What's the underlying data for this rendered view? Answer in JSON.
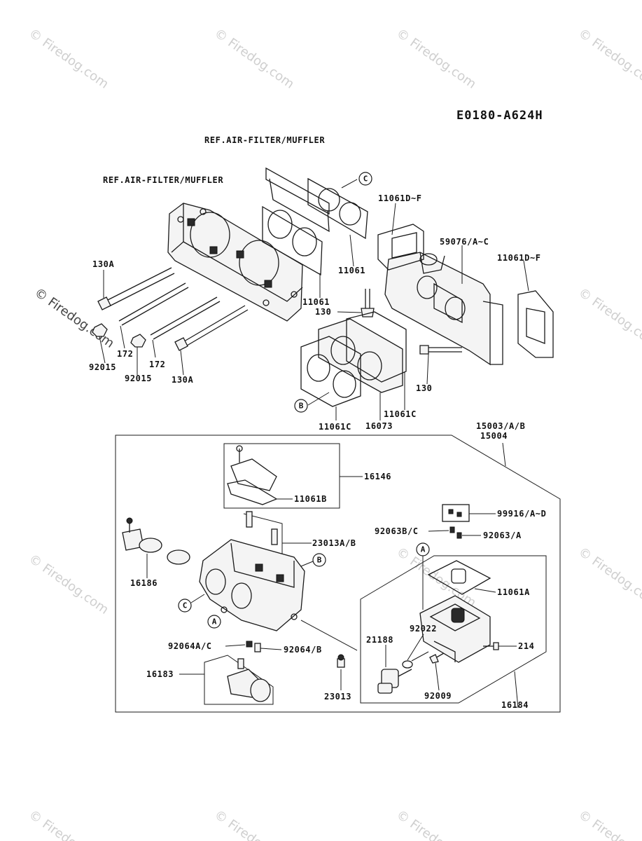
{
  "diagram_code": "E0180-A624H",
  "watermark": "© Firedog.com",
  "refs": {
    "air_filter_top": "REF.AIR-FILTER/MUFFLER",
    "air_filter_left": "REF.AIR-FILTER/MUFFLER"
  },
  "parts": {
    "p130A_a": "130A",
    "p130A_b": "130A",
    "p172_a": "172",
    "p172_b": "172",
    "p92015_a": "92015",
    "p92015_b": "92015",
    "p130_a": "130",
    "p130_b": "130",
    "p11061_a": "11061",
    "p11061_b": "11061",
    "p11061DF_a": "11061D~F",
    "p11061DF_b": "11061D~F",
    "p59076": "59076/A~C",
    "p11061C_a": "11061C",
    "p11061C_b": "11061C",
    "p16073": "16073",
    "p15003": "15003/A/B",
    "p15004": "15004",
    "p16146": "16146",
    "p11061B": "11061B",
    "p23013AB": "23013A/B",
    "p16186": "16186",
    "p92064AC": "92064A/C",
    "p92064B": "92064/B",
    "p16183": "16183",
    "p23013": "23013",
    "p99916": "99916/A~D",
    "p92063BC": "92063B/C",
    "p92063A": "92063/A",
    "p11061A": "11061A",
    "p92022": "92022",
    "p21188": "21188",
    "p214": "214",
    "p92009": "92009",
    "p16184": "16184"
  },
  "callouts": {
    "c_top": "C",
    "b_lower": "B",
    "b_carb": "B",
    "c_carb": "C",
    "a_carb": "A",
    "a_bowl": "A"
  }
}
